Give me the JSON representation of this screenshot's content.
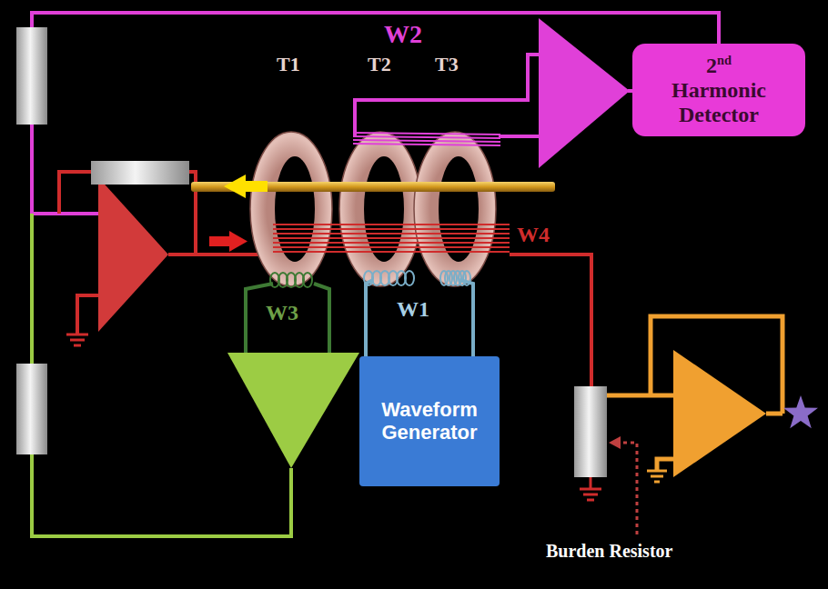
{
  "diagram": {
    "nodes": [
      {
        "text": [
          "2nd Harmonic Detector"
        ]
      },
      {
        "text": [
          "Waveform Generator"
        ]
      }
    ],
    "labels": [
      "W2",
      "T1",
      "T2",
      "T3",
      "W4",
      "W3",
      "W1",
      "Burden Resistor"
    ]
  }
}
